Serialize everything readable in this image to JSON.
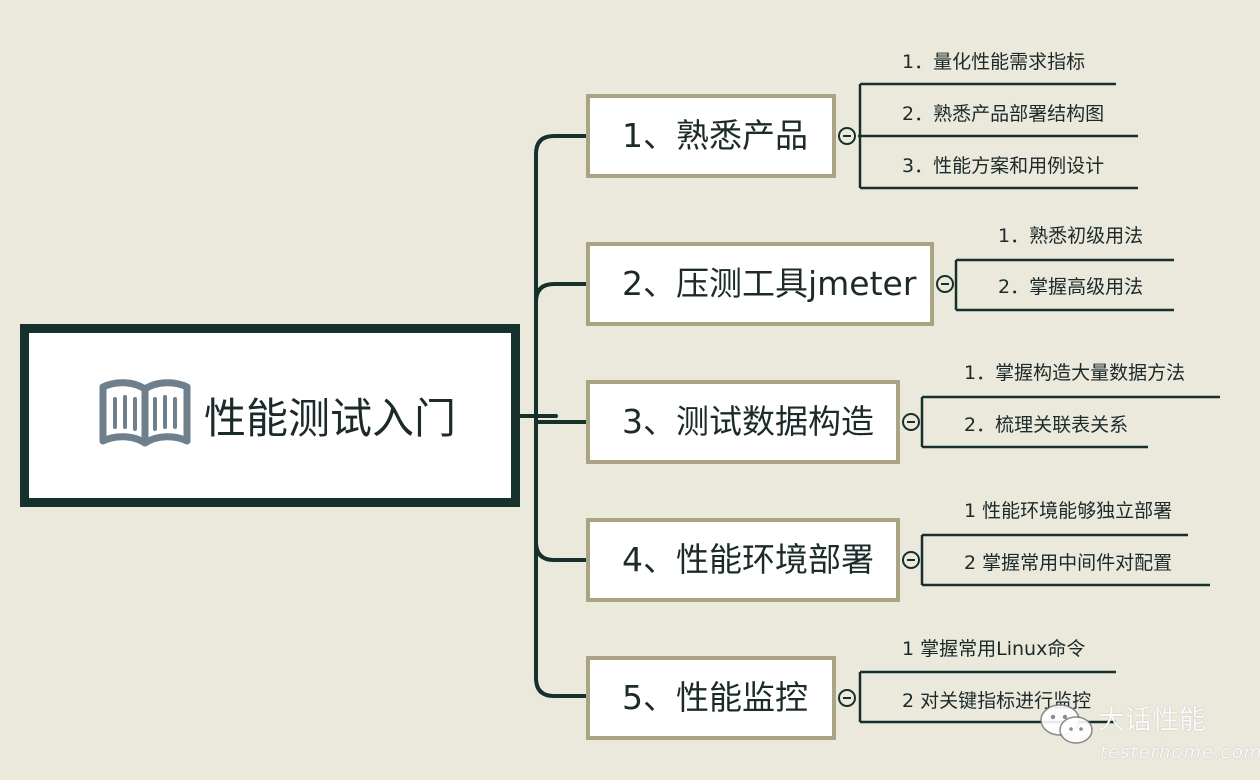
{
  "root": {
    "title": "性能测试入门",
    "icon": "book-icon"
  },
  "branches": [
    {
      "label": "1、熟悉产品",
      "children": [
        "1．量化性能需求指标",
        "2．熟悉产品部署结构图",
        "3．性能方案和用例设计"
      ]
    },
    {
      "label": "2、压测工具jmeter",
      "children": [
        "1．熟悉初级用法",
        "2．掌握高级用法"
      ]
    },
    {
      "label": "3、测试数据构造",
      "children": [
        "1．掌握构造大量数据方法",
        "2．梳理关联表关系"
      ]
    },
    {
      "label": "4、性能环境部署",
      "children": [
        "1  性能环境能够独立部署",
        "2  掌握常用中间件对配置"
      ]
    },
    {
      "label": "5、性能监控",
      "children": [
        "1  掌握常用Linux命令",
        "2  对关键指标进行监控"
      ]
    }
  ],
  "watermark": {
    "title": "大话性能",
    "subtitle": "testerhome.com",
    "icon": "wechat-icon"
  },
  "colors": {
    "background": "#ebe8dc",
    "line": "#16302c",
    "branch_border": "#aaa384"
  }
}
